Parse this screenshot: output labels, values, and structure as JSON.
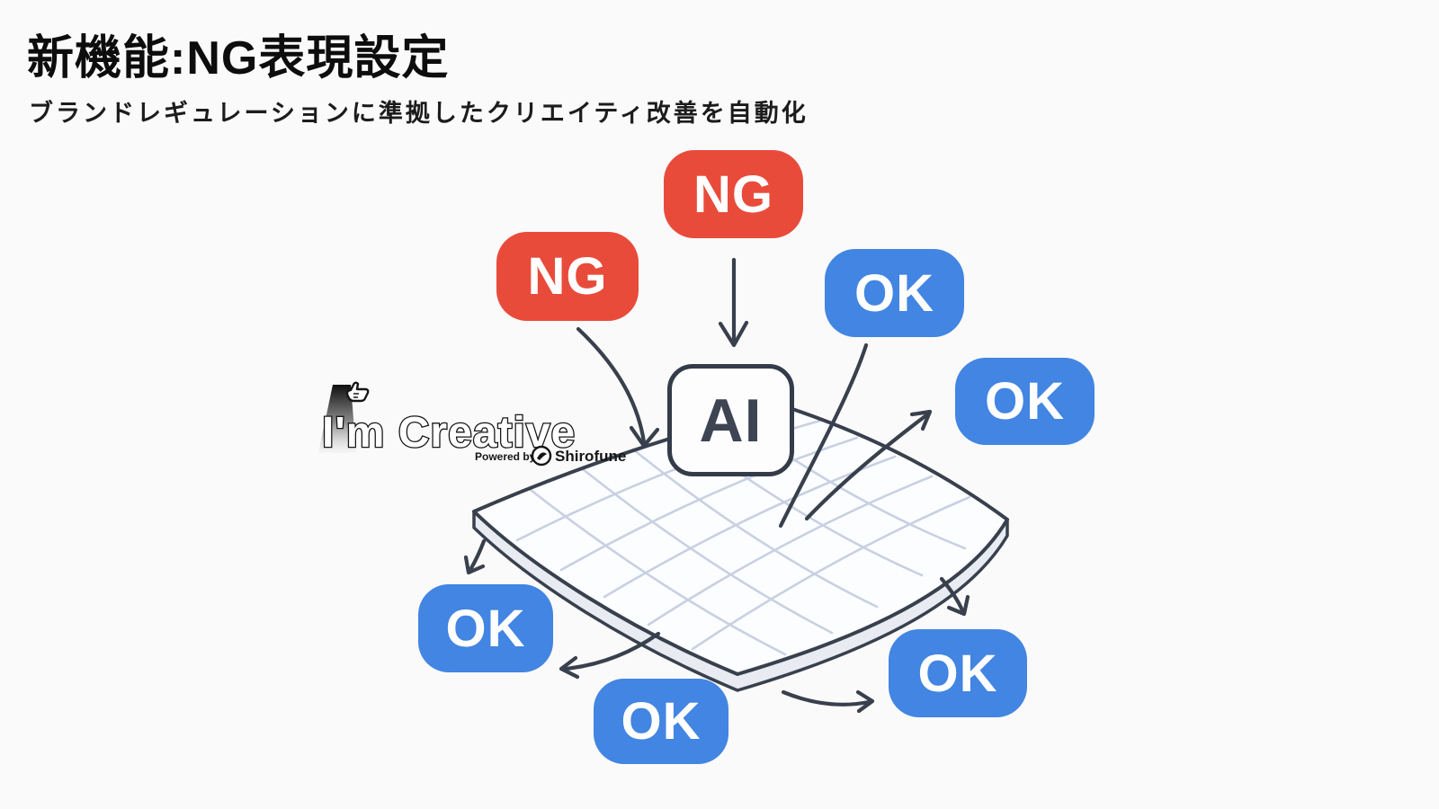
{
  "slide": {
    "title": "新機能:NG表現設定",
    "subtitle": "ブランドレギュレーションに準拠したクリエイティ改善を自動化"
  },
  "diagram": {
    "ai_box": {
      "label": "AI"
    },
    "badges": [
      {
        "id": "ng-top",
        "label": "NG",
        "type": "ng"
      },
      {
        "id": "ng-left",
        "label": "NG",
        "type": "ng"
      },
      {
        "id": "ok-top",
        "label": "OK",
        "type": "ok"
      },
      {
        "id": "ok-right",
        "label": "OK",
        "type": "ok"
      },
      {
        "id": "ok-bottom-left",
        "label": "OK",
        "type": "ok"
      },
      {
        "id": "ok-bottom-center",
        "label": "OK",
        "type": "ok"
      },
      {
        "id": "ok-bottom-right",
        "label": "OK",
        "type": "ok"
      }
    ]
  },
  "logo": {
    "text": "I'm Creative",
    "powered_by": "Powered by",
    "brand": "Shirofune"
  },
  "colors": {
    "ng_red": "#e94b3b",
    "ok_blue": "#4285e2",
    "ink": "#39404d",
    "grid_line": "#c8d0e2",
    "background": "#fafafa"
  }
}
